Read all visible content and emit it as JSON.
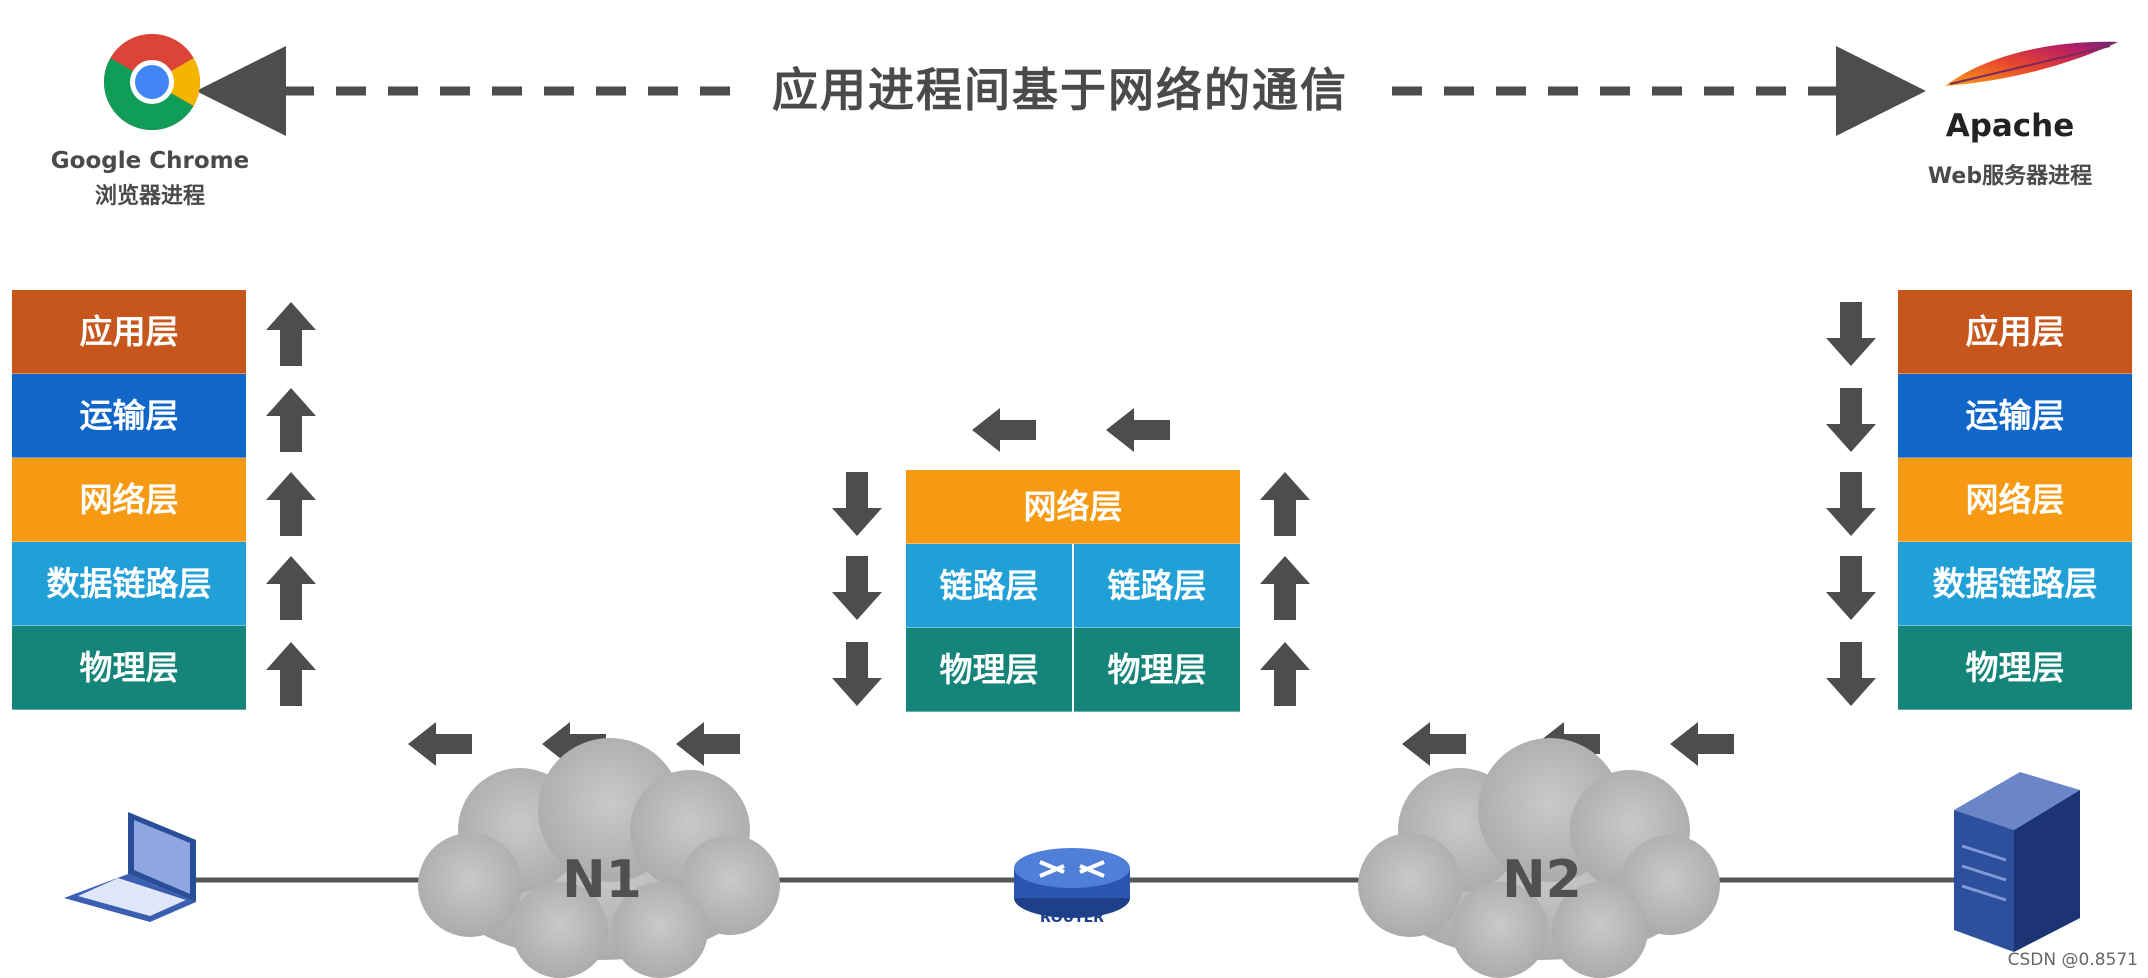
{
  "title": "应用进程间基于网络的通信",
  "client": {
    "name": "Google Chrome",
    "subtitle": "浏览器进程",
    "icon": "chrome-logo-icon"
  },
  "server": {
    "name": "Apache",
    "subtitle": "Web服务器进程",
    "icon": "apache-feather-icon"
  },
  "left_stack": [
    "应用层",
    "运输层",
    "网络层",
    "数据链路层",
    "物理层"
  ],
  "right_stack": [
    "应用层",
    "运输层",
    "网络层",
    "数据链路层",
    "物理层"
  ],
  "router_stack": {
    "network": "网络层",
    "link_left": "链路层",
    "link_right": "链路层",
    "physical_left": "物理层",
    "physical_right": "物理层"
  },
  "networks": {
    "n1": "N1",
    "n2": "N2"
  },
  "router_label": "ROUTER",
  "colors": {
    "application": "#c7561c",
    "transport": "#1167c9",
    "network": "#f59a12",
    "datalink": "#21a0d8",
    "physical": "#15857a",
    "arrow": "#4d4d4d"
  },
  "watermark": "CSDN @0.8571"
}
